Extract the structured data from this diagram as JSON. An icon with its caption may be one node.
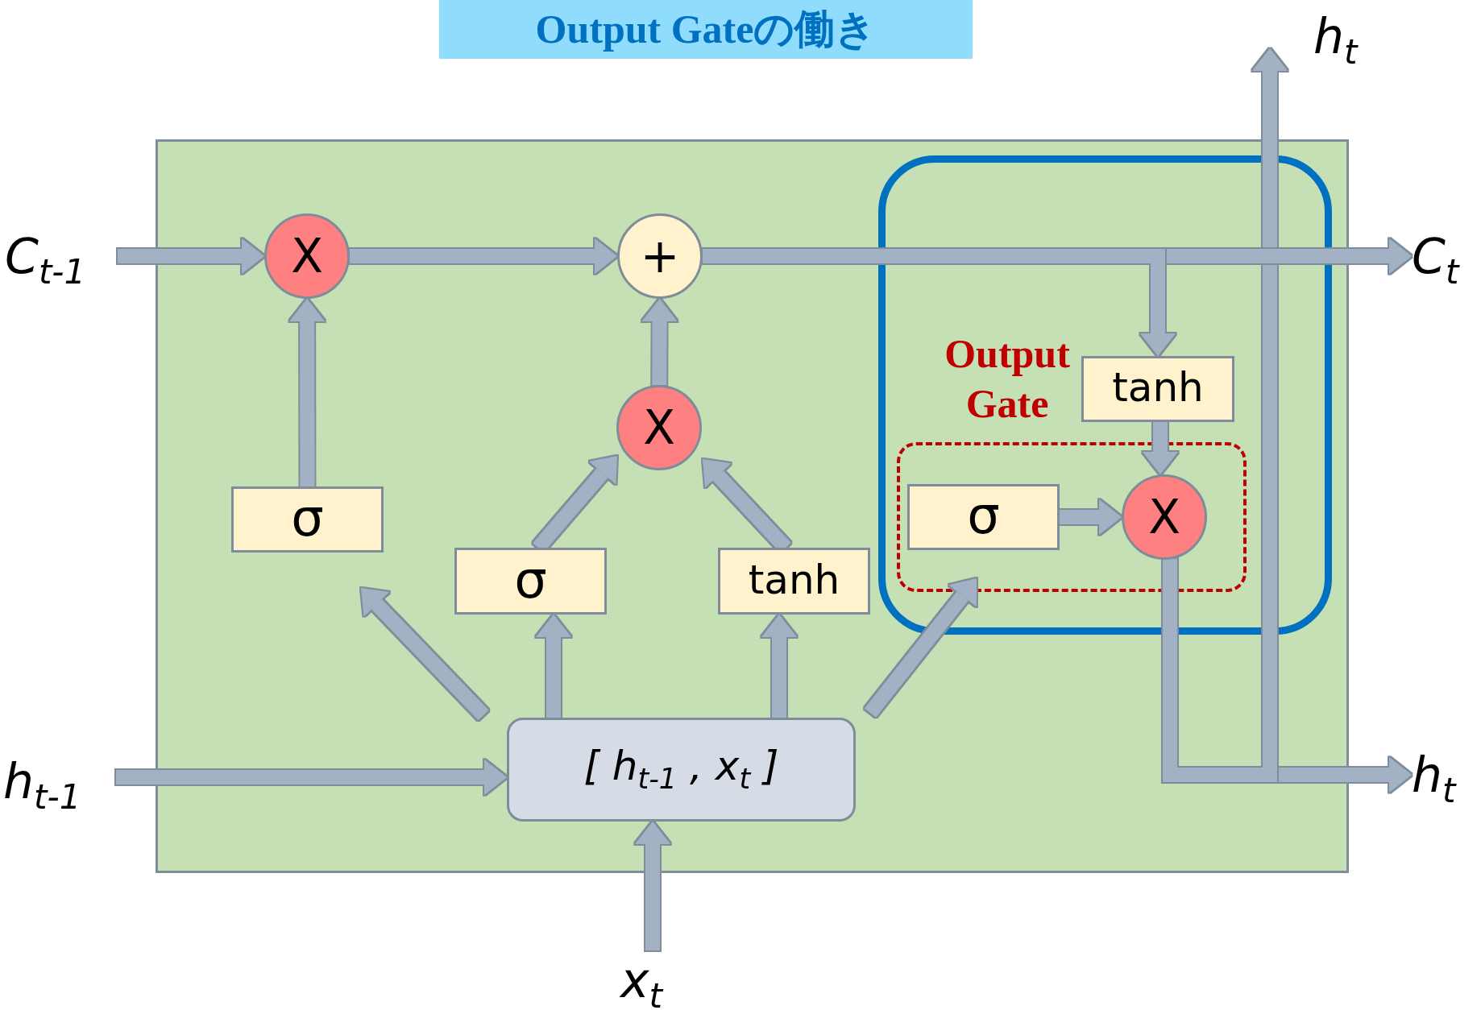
{
  "diagram": {
    "title": "Output Gateの働き",
    "nodes": [
      {
        "text": [],
        "shape": "box"
      },
      {
        "text": [
          "C$_{t-1}$"
        ]
      },
      {
        "text": [
          "X"
        ],
        "in": 0
      },
      {
        "text": [
          "+"
        ],
        "in": 0
      },
      {
        "text": [
          "σ"
        ],
        "in": 0
      },
      {
        "text": [
          "X"
        ],
        "in": 0
      },
      {
        "text": [
          "σ"
        ],
        "in": 0
      },
      {
        "text": [
          "tanh"
        ],
        "in": 0
      },
      {
        "text": [],
        "shape": "box",
        "in": 0
      },
      {
        "text": [
          "tanh"
        ],
        "in": 8
      },
      {
        "text": [
          "Output Gate"
        ],
        "in": 8
      },
      {
        "text": [
          "σ"
        ],
        "in": 10
      },
      {
        "text": [
          "X"
        ],
        "in": 10
      },
      {
        "text": [
          "[ h$_{t-1}$ , x$_{t}$ ]"
        ],
        "in": 0
      },
      {
        "text": [
          "h$_{t-1}$"
        ]
      },
      {
        "text": [
          "x$_{t}$"
        ]
      },
      {
        "text": [
          "h$_{t}$"
        ]
      },
      {
        "text": [
          "C$_{t}$"
        ]
      },
      {
        "text": [
          "h$_{t}$"
        ]
      }
    ],
    "edges": [
      {
        "from": 1,
        "to": 2,
        "arrow": "to"
      },
      {
        "from": 2,
        "to": 3,
        "arrow": "to"
      },
      {
        "from": 3,
        "to": 17,
        "arrow": "to"
      },
      {
        "from": 4,
        "to": 2,
        "arrow": "to"
      },
      {
        "from": 5,
        "to": 3,
        "arrow": "to"
      },
      {
        "from": 6,
        "to": 5,
        "arrow": "to"
      },
      {
        "from": 7,
        "to": 5,
        "arrow": "to"
      },
      {
        "from": 13,
        "to": 4,
        "arrow": "to"
      },
      {
        "from": 13,
        "to": 6,
        "arrow": "to"
      },
      {
        "from": 13,
        "to": 7,
        "arrow": "to"
      },
      {
        "from": 13,
        "to": 11,
        "arrow": "to"
      },
      {
        "from": 14,
        "to": 13,
        "arrow": "to"
      },
      {
        "from": 15,
        "to": 13,
        "arrow": "to"
      },
      {
        "from": 3,
        "to": 9,
        "arrow": "to"
      },
      {
        "from": 9,
        "to": 12,
        "arrow": "to"
      },
      {
        "from": 11,
        "to": 12,
        "arrow": "to"
      },
      {
        "from": 12,
        "to": 18,
        "arrow": "to"
      },
      {
        "from": 12,
        "to": 16,
        "arrow": "to"
      }
    ]
  }
}
